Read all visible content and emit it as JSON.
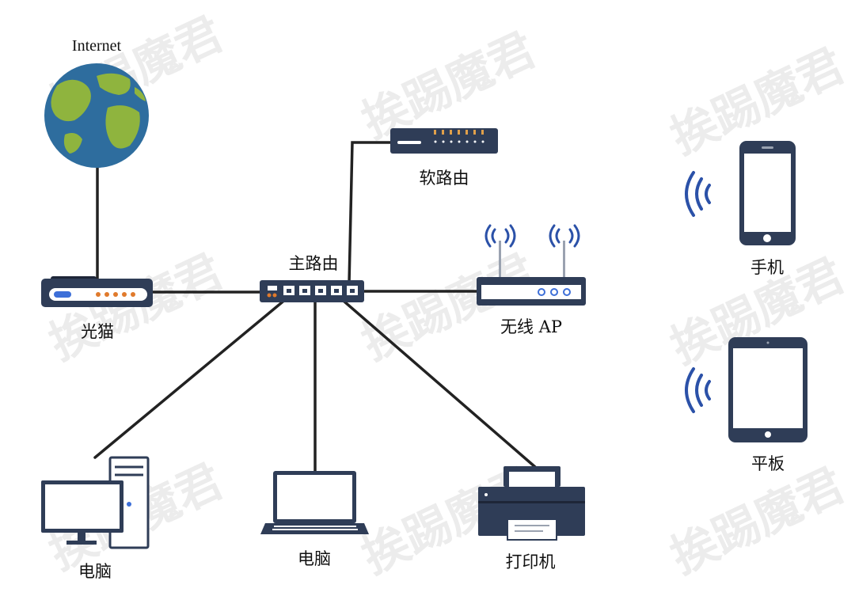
{
  "watermark": "挨踢魔君",
  "colors": {
    "link": "#222222",
    "device_dark": "#2f3d57",
    "device_outline": "#1e2638",
    "wifi_blue": "#2b51a8",
    "port_orange": "#e07a2c",
    "led_blue": "#3d6fd8",
    "earth_ocean": "#2e6d9e",
    "earth_land": "#8fb43e"
  },
  "nodes": {
    "internet": {
      "label": "Internet",
      "icon": "globe-icon"
    },
    "modem": {
      "label": "光猫",
      "icon": "optical-modem-icon"
    },
    "main_router": {
      "label": "主路由",
      "icon": "switch-router-icon"
    },
    "soft_router": {
      "label": "软路由",
      "icon": "soft-router-icon"
    },
    "wireless_ap": {
      "label": "无线 AP",
      "icon": "wireless-ap-icon"
    },
    "desktop": {
      "label": "电脑",
      "icon": "desktop-computer-icon"
    },
    "laptop": {
      "label": "电脑",
      "icon": "laptop-icon"
    },
    "printer": {
      "label": "打印机",
      "icon": "printer-icon"
    },
    "phone": {
      "label": "手机",
      "icon": "smartphone-icon"
    },
    "tablet": {
      "label": "平板",
      "icon": "tablet-icon"
    }
  },
  "links": [
    {
      "from": "internet",
      "to": "modem",
      "type": "wired"
    },
    {
      "from": "modem",
      "to": "main_router",
      "type": "wired"
    },
    {
      "from": "main_router",
      "to": "soft_router",
      "type": "wired"
    },
    {
      "from": "main_router",
      "to": "wireless_ap",
      "type": "wired"
    },
    {
      "from": "main_router",
      "to": "desktop",
      "type": "wired"
    },
    {
      "from": "main_router",
      "to": "laptop",
      "type": "wired"
    },
    {
      "from": "main_router",
      "to": "printer",
      "type": "wired"
    },
    {
      "from": "wireless_ap",
      "to": "phone",
      "type": "wireless"
    },
    {
      "from": "wireless_ap",
      "to": "tablet",
      "type": "wireless"
    }
  ]
}
